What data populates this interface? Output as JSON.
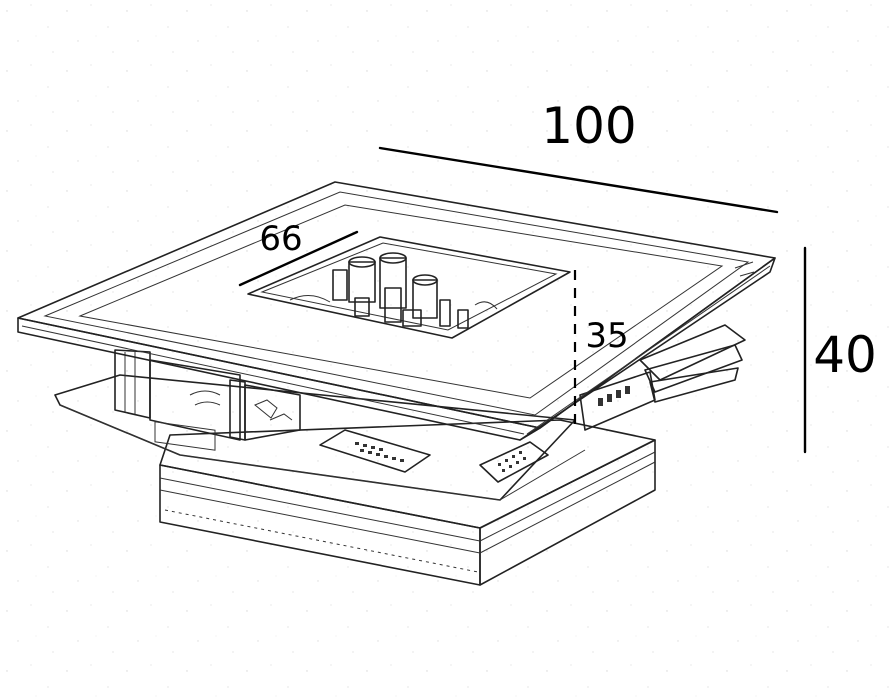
{
  "dimensions": {
    "width": "100",
    "depth_inner": "66",
    "height": "40",
    "inner_height": "35"
  },
  "colors": {
    "ink": "#000000",
    "paper": "#ffffff"
  }
}
